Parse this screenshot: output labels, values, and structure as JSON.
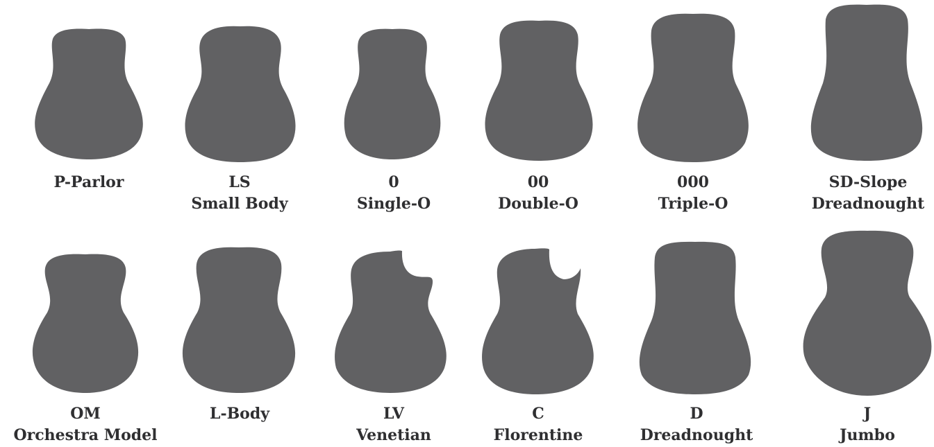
{
  "colors": {
    "body_fill": "#616163",
    "text": "#2f2f31",
    "background": "#ffffff"
  },
  "rows": [
    [
      {
        "code": "P-Parlor",
        "name": ""
      },
      {
        "code": "LS",
        "name": "Small Body"
      },
      {
        "code": "0",
        "name": "Single-O"
      },
      {
        "code": "00",
        "name": "Double-O"
      },
      {
        "code": "000",
        "name": "Triple-O"
      },
      {
        "code": "SD-Slope",
        "name": "Dreadnought"
      }
    ],
    [
      {
        "code": "OM",
        "name": "Orchestra Model"
      },
      {
        "code": "L-Body",
        "name": ""
      },
      {
        "code": "LV",
        "name": "Venetian"
      },
      {
        "code": "C",
        "name": "Florentine"
      },
      {
        "code": "D",
        "name": "Dreadnought"
      },
      {
        "code": "J",
        "name": "Jumbo"
      }
    ]
  ]
}
